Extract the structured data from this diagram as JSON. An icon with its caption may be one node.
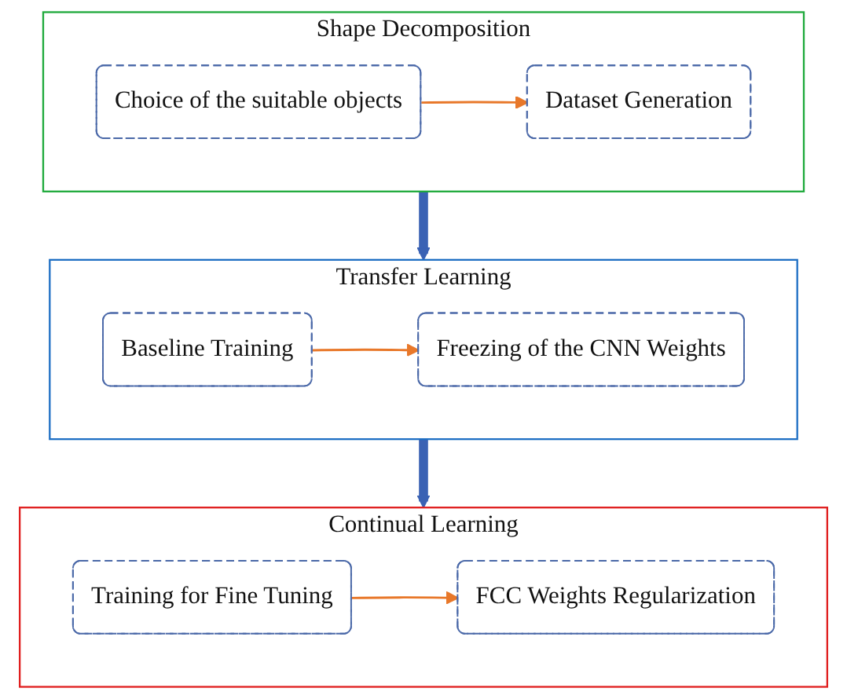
{
  "diagram": {
    "nodes": [
      {
        "text": [
          "Shape Decomposition"
        ]
      },
      {
        "text": [
          "Choice of the suitable objects"
        ],
        "in": 0
      },
      {
        "text": [
          "Dataset Generation"
        ],
        "in": 0
      },
      {
        "text": [
          "Transfer Learning"
        ]
      },
      {
        "text": [
          "Baseline Training"
        ],
        "in": 3
      },
      {
        "text": [
          "Freezing of the CNN Weights"
        ],
        "in": 3
      },
      {
        "text": [
          "Continual Learning"
        ]
      },
      {
        "text": [
          "Training for Fine Tuning"
        ],
        "in": 6
      },
      {
        "text": [
          "FCC Weights Regularization"
        ],
        "in": 6
      }
    ],
    "edges": [
      {
        "from": 1,
        "to": 2,
        "arrow": "to"
      },
      {
        "from": 0,
        "to": 3,
        "arrow": "to",
        "style": "thick",
        "color": "#3a62b4"
      },
      {
        "from": 4,
        "to": 5,
        "arrow": "to"
      },
      {
        "from": 3,
        "to": 6,
        "arrow": "to",
        "style": "thick",
        "color": "#3a62b4"
      },
      {
        "from": 7,
        "to": 8,
        "arrow": "to"
      }
    ]
  }
}
